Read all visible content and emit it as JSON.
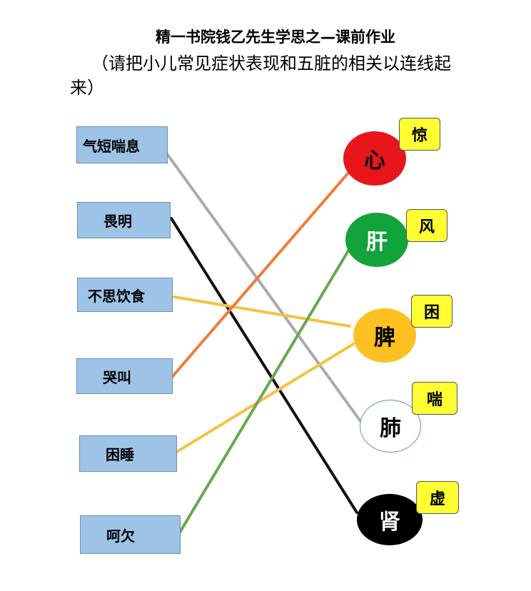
{
  "title": "精一书院钱乙先生学思之—课前作业",
  "instruction": "（请把小儿常见症状表现和五脏的相关以连线起来）",
  "symptoms": [
    "气短喘息",
    "畏明",
    "不思饮食",
    "哭叫",
    "困睡",
    "呵欠"
  ],
  "organs": [
    {
      "label": "心",
      "bg": "#e8151b",
      "fg": "#000000",
      "tag": "惊"
    },
    {
      "label": "肝",
      "bg": "#12a33a",
      "fg": "#ffffff",
      "tag": "风"
    },
    {
      "label": "脾",
      "bg": "#ffc021",
      "fg": "#000000",
      "tag": "困"
    },
    {
      "label": "肺",
      "bg": "#ffffff",
      "fg": "#000000",
      "tag": "喘"
    },
    {
      "label": "肾",
      "bg": "#000000",
      "fg": "#ffffff",
      "tag": "虚"
    }
  ],
  "connections": [
    {
      "symptom": "气短喘息",
      "organ": "肺",
      "color": "#aaaaaa"
    },
    {
      "symptom": "畏明",
      "organ": "肾",
      "color": "#111111"
    },
    {
      "symptom": "不思饮食",
      "organ": "脾",
      "color": "#f5c242"
    },
    {
      "symptom": "哭叫",
      "organ": "心",
      "color": "#ef7d3b"
    },
    {
      "symptom": "困睡",
      "organ": "脾",
      "color": "#f5c242"
    },
    {
      "symptom": "呵欠",
      "organ": "肝",
      "color": "#6aa84f"
    }
  ]
}
